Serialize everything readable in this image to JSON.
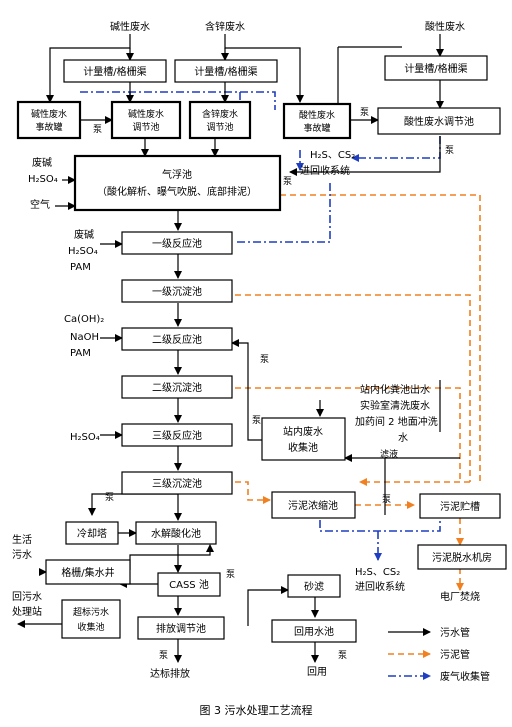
{
  "title": "图 3  污水处理工艺流程",
  "sources": {
    "alkaline": "碱性废水",
    "zinc": "含锌废水",
    "acid": "酸性废水",
    "domestic": [
      "生活",
      "污水"
    ],
    "station_in": [
      "站内化粪池出水",
      "实验室清洗废水",
      "加药间 2 地面冲洗",
      "水"
    ]
  },
  "boxes": {
    "meter1": "计量槽/格栅渠",
    "meter2": "计量槽/格栅渠",
    "meter3": "计量槽/格栅渠",
    "alk_accident": [
      "碱性废水",
      "事故罐"
    ],
    "alk_regulate": [
      "碱性废水",
      "调节池"
    ],
    "zinc_regulate": [
      "含锌废水",
      "调节池"
    ],
    "acid_accident": [
      "酸性废水",
      "事故罐"
    ],
    "acid_regulate": "酸性废水调节池",
    "flotation": [
      "气浮池",
      "（酸化解析、曝气吹脱、底部排泥）"
    ],
    "react1": "一级反应池",
    "settle1": "一级沉淀池",
    "react2": "二级反应池",
    "settle2": "二级沉淀池",
    "react3": "三级反应池",
    "settle3": "三级沉淀池",
    "collect": [
      "站内废水",
      "收集池"
    ],
    "thicken": "污泥浓缩池",
    "sludge_store": "污泥贮槽",
    "dewater": "污泥脱水机房",
    "cooling": "冷却塔",
    "hydrolysis": "水解酸化池",
    "grille": "格栅/集水井",
    "cass": "CASS 池",
    "over_std": [
      "超标污水",
      "收集池"
    ],
    "discharge": "排放调节池",
    "sand": "砂滤",
    "reuse": "回用水池"
  },
  "labels": {
    "pump": "泵",
    "h2s_cs2": "H₂S、CS₂",
    "to_recovery": "进回收系统",
    "waste_alkali": "废碱",
    "h2so4": "H₂SO₄",
    "air": "空气",
    "pam": "PAM",
    "caoh2": "Ca(OH)₂",
    "naoh": "NaOH",
    "filtrate": "滤液",
    "power_plant": "电厂焚烧",
    "to_station": [
      "回污水",
      "处理站"
    ],
    "reuse": "回用",
    "discharge_std": "达标排放"
  },
  "legend": {
    "water": "污水管",
    "sludge": "污泥管",
    "gas": "废气收集管"
  },
  "colors": {
    "water_line": "#000000",
    "sludge_line": "#f08020",
    "gas_line": "#1f3fc0"
  }
}
